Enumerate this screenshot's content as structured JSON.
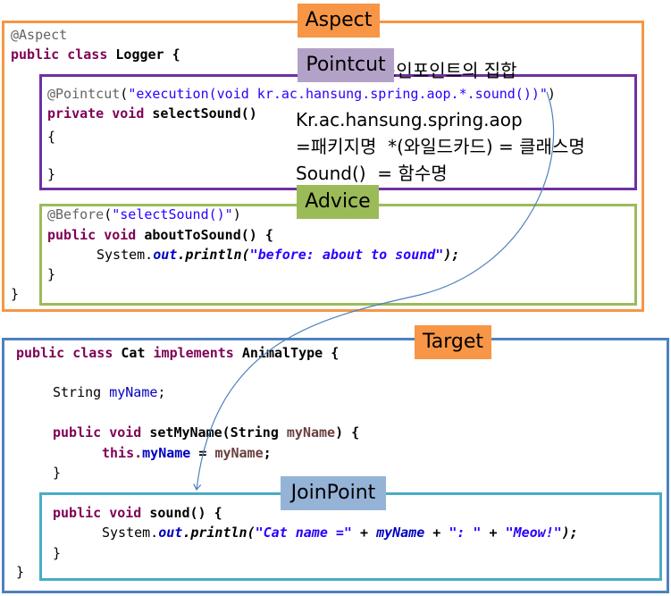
{
  "labels": {
    "aspect": "Aspect",
    "pointcut": "Pointcut",
    "advice": "Advice",
    "target": "Target",
    "joinpoint": "JoinPoint"
  },
  "notes": {
    "joinpoint_set": "조인포인트의 집합",
    "package_line": "Kr.ac.hansung.spring.aop",
    "package_desc": "=패키지명  *(와일드카드) = 클래스명",
    "sound_desc": "Sound()  = 함수명"
  },
  "aspect_code": {
    "annotation": "@Aspect",
    "kw_public": "public",
    "kw_class": "class",
    "class_name": "Logger {",
    "close": "}"
  },
  "pointcut_code": {
    "annotation": "@Pointcut",
    "paren_open": "(",
    "expression": "\"execution(void kr.ac.hansung.spring.aop.*.sound())\"",
    "paren_close": ")",
    "kw_private": "private",
    "kw_void": "void",
    "method": "selectSound()",
    "open": "{",
    "close": "}"
  },
  "advice_code": {
    "annotation": "@Before",
    "paren_open": "(",
    "expression": "\"selectSound()\"",
    "paren_close": ")",
    "kw_public": "public",
    "kw_void": "void",
    "method": "aboutToSound() {",
    "system": "System.",
    "out": "out",
    "println": ".println(",
    "message": "\"before: about to sound\"",
    "end": ");",
    "close": "}"
  },
  "target_code": {
    "kw_public": "public",
    "kw_class": "class",
    "class_name": "Cat",
    "kw_implements": "implements",
    "interface": "AnimalType {",
    "type_string": "String",
    "field": "myName",
    "semicolon": ";",
    "kw_void": "void",
    "setter": "setMyName(String",
    "param": "myName",
    "setter_end": ") {",
    "kw_this": "this.",
    "this_field": "myName",
    "assign": " = ",
    "assign_val": "myName",
    "assign_end": ";",
    "close_inner": "}",
    "close_outer": "}"
  },
  "joinpoint_code": {
    "kw_public": "public",
    "kw_void": "void",
    "method": "sound() {",
    "system": "System.",
    "out": "out",
    "println": ".println(",
    "str1": "\"Cat name =\"",
    "plus1": " + ",
    "var": "myName",
    "plus2": " + ",
    "str2": "\": \"",
    "plus3": " + ",
    "str3": "\"Meow!\"",
    "end": ");",
    "close": "}"
  },
  "colors": {
    "aspect_border": "#f79646",
    "pointcut_border": "#7030a0",
    "advice_border": "#9bbb59",
    "target_border": "#4f81bd",
    "joinpoint_border": "#4bacc6",
    "aspect_tag": "#f79646",
    "pointcut_tag": "#b3a2c7",
    "advice_tag": "#9bbb59",
    "target_tag": "#f79646",
    "joinpoint_tag": "#95b3d7",
    "arrow": "#4f81bd"
  }
}
